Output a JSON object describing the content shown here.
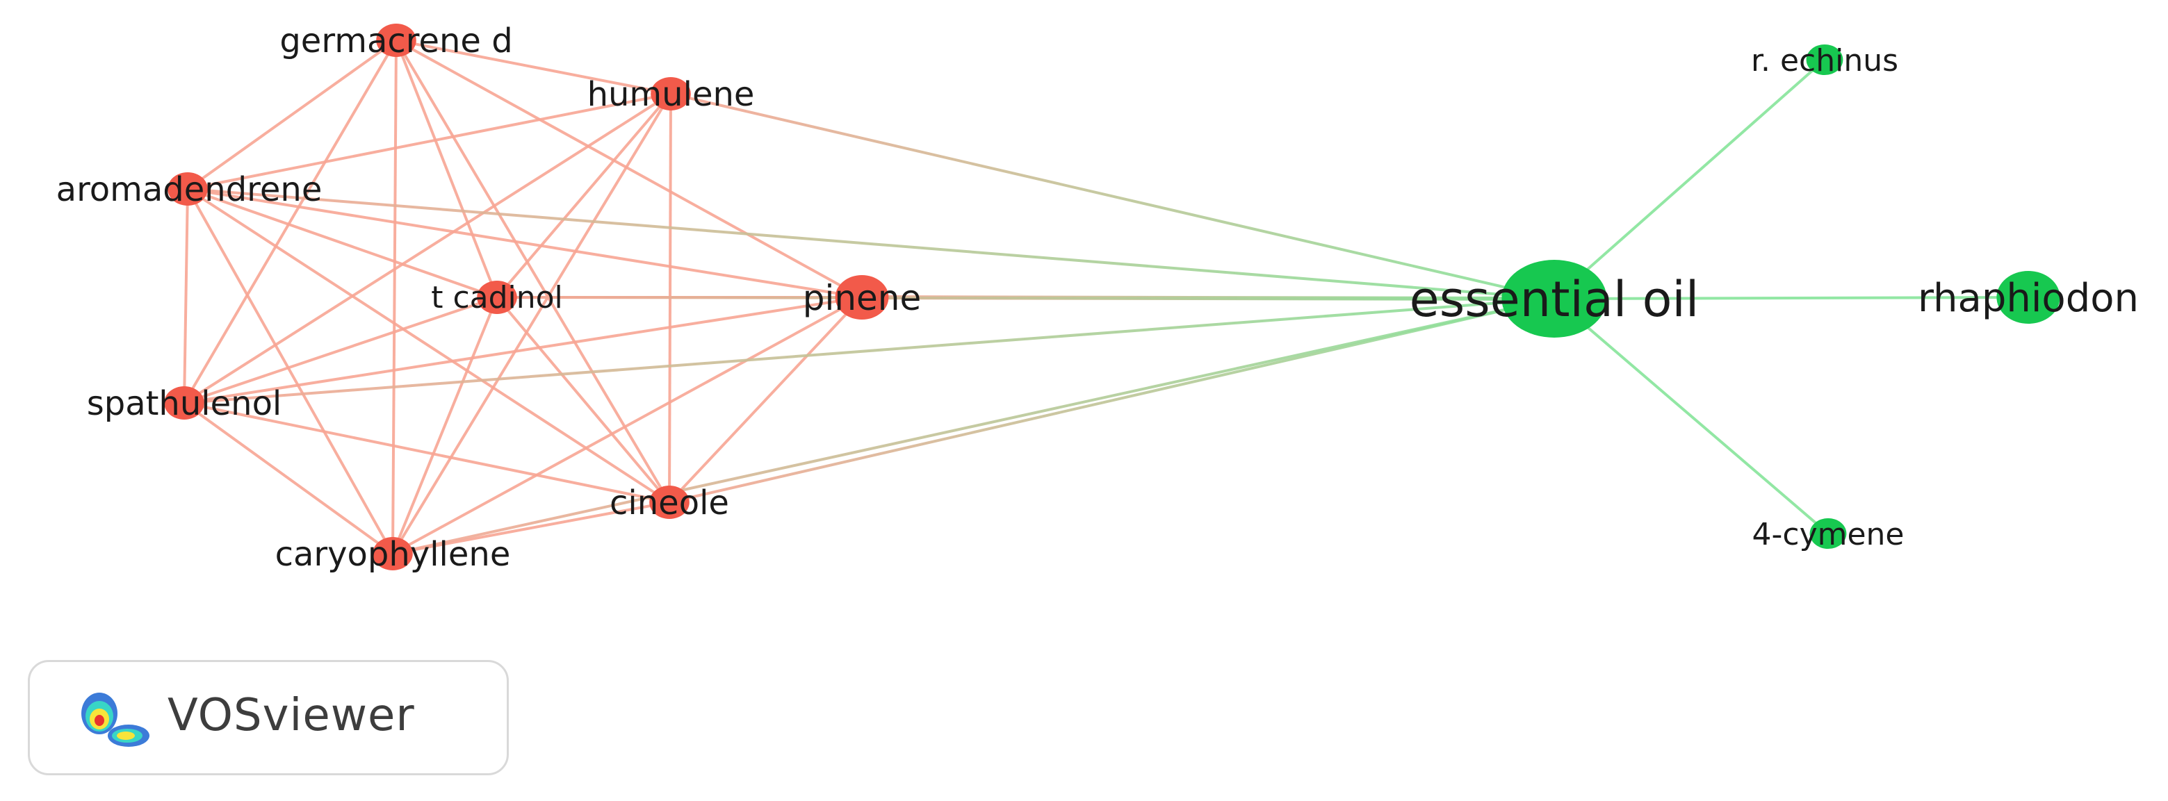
{
  "network": {
    "colors": {
      "red_node": "#f25a4a",
      "green_node": "#17c850",
      "red_edge": "#f7a594",
      "green_edge": "#86e49a",
      "mixed_edge": "#c8c08a"
    },
    "nodes": [
      {
        "id": "germacrene_d",
        "label": "germacrene d",
        "cluster": "red"
      },
      {
        "id": "humulene",
        "label": "humulene",
        "cluster": "red"
      },
      {
        "id": "aromadendrene",
        "label": "aromadendrene",
        "cluster": "red"
      },
      {
        "id": "t_cadinol",
        "label": "t cadinol",
        "cluster": "red"
      },
      {
        "id": "pinene",
        "label": "pinene",
        "cluster": "red"
      },
      {
        "id": "spathulenol",
        "label": "spathulenol",
        "cluster": "red"
      },
      {
        "id": "cineole",
        "label": "cineole",
        "cluster": "red"
      },
      {
        "id": "caryophyllene",
        "label": "caryophyllene",
        "cluster": "red"
      },
      {
        "id": "essential_oil",
        "label": "essential oil",
        "cluster": "green"
      },
      {
        "id": "r_echinus",
        "label": "r. echinus",
        "cluster": "green"
      },
      {
        "id": "rhaphiodon",
        "label": "rhaphiodon",
        "cluster": "green"
      },
      {
        "id": "4_cymene",
        "label": "4-cymene",
        "cluster": "green"
      }
    ],
    "edges": [
      [
        "germacrene_d",
        "humulene"
      ],
      [
        "germacrene_d",
        "aromadendrene"
      ],
      [
        "germacrene_d",
        "t_cadinol"
      ],
      [
        "germacrene_d",
        "pinene"
      ],
      [
        "germacrene_d",
        "spathulenol"
      ],
      [
        "germacrene_d",
        "cineole"
      ],
      [
        "germacrene_d",
        "caryophyllene"
      ],
      [
        "humulene",
        "aromadendrene"
      ],
      [
        "humulene",
        "t_cadinol"
      ],
      [
        "humulene",
        "spathulenol"
      ],
      [
        "humulene",
        "cineole"
      ],
      [
        "humulene",
        "caryophyllene"
      ],
      [
        "aromadendrene",
        "t_cadinol"
      ],
      [
        "aromadendrene",
        "pinene"
      ],
      [
        "aromadendrene",
        "spathulenol"
      ],
      [
        "aromadendrene",
        "cineole"
      ],
      [
        "aromadendrene",
        "caryophyllene"
      ],
      [
        "t_cadinol",
        "pinene"
      ],
      [
        "t_cadinol",
        "spathulenol"
      ],
      [
        "t_cadinol",
        "cineole"
      ],
      [
        "t_cadinol",
        "caryophyllene"
      ],
      [
        "pinene",
        "spathulenol"
      ],
      [
        "pinene",
        "cineole"
      ],
      [
        "pinene",
        "caryophyllene"
      ],
      [
        "spathulenol",
        "cineole"
      ],
      [
        "spathulenol",
        "caryophyllene"
      ],
      [
        "cineole",
        "caryophyllene"
      ],
      [
        "essential_oil",
        "humulene"
      ],
      [
        "essential_oil",
        "aromadendrene"
      ],
      [
        "essential_oil",
        "pinene"
      ],
      [
        "essential_oil",
        "t_cadinol"
      ],
      [
        "essential_oil",
        "spathulenol"
      ],
      [
        "essential_oil",
        "cineole"
      ],
      [
        "essential_oil",
        "caryophyllene"
      ],
      [
        "essential_oil",
        "r_echinus"
      ],
      [
        "essential_oil",
        "rhaphiodon"
      ],
      [
        "essential_oil",
        "4_cymene"
      ]
    ]
  },
  "branding": {
    "logo_text": "VOSviewer",
    "logo_icon": "vosviewer-density-icon"
  }
}
